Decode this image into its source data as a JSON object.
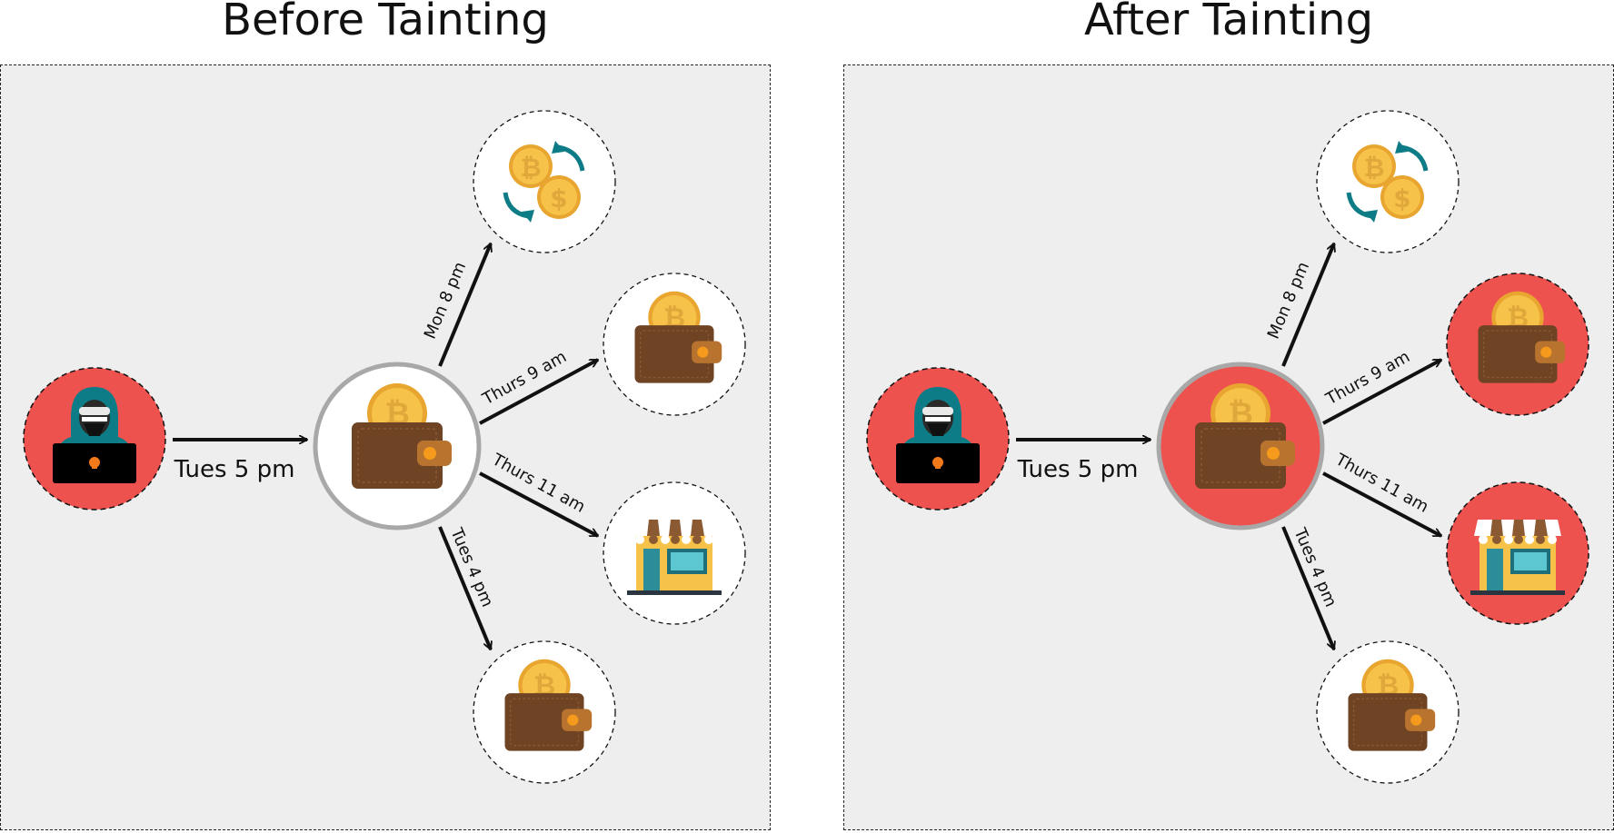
{
  "panels": [
    {
      "title": "Before Tainting",
      "source_label": "Tues 5 pm",
      "edges": [
        {
          "label": "Mon 8 pm",
          "target": "exchange"
        },
        {
          "label": "Thurs 9 am",
          "target": "wallet"
        },
        {
          "label": "Thurs 11 am",
          "target": "store"
        },
        {
          "label": "Tues 4 pm",
          "target": "wallet"
        }
      ],
      "tainted": {
        "source": true,
        "center": false,
        "exchange": false,
        "wallet_a": false,
        "store": false,
        "wallet_b": false
      }
    },
    {
      "title": "After Tainting",
      "source_label": "Tues 5 pm",
      "edges": [
        {
          "label": "Mon 8 pm",
          "target": "exchange"
        },
        {
          "label": "Thurs 9 am",
          "target": "wallet"
        },
        {
          "label": "Thurs 11 am",
          "target": "store"
        },
        {
          "label": "Tues 4 pm",
          "target": "wallet"
        }
      ],
      "tainted": {
        "source": true,
        "center": true,
        "exchange": false,
        "wallet_a": true,
        "store": true,
        "wallet_b": false
      }
    }
  ],
  "colors": {
    "taint": "#ee524f",
    "clean": "#ffffff",
    "panel_bg": "#eeeeee",
    "wallet": "#6f4424",
    "coin": "#f7c24a",
    "hood": "#0e7c86",
    "arrow": "#111111"
  }
}
